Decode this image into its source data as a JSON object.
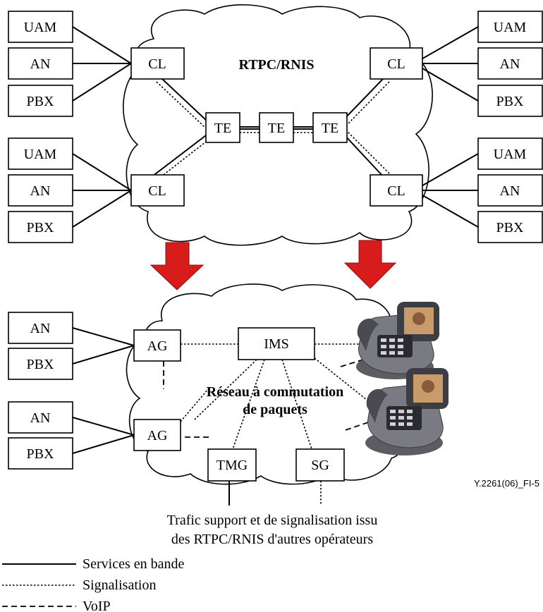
{
  "top": {
    "cloud_label": "RTPC/RNIS",
    "left_groups": [
      {
        "boxes": [
          "UAM",
          "AN",
          "PBX"
        ],
        "local": "CL"
      },
      {
        "boxes": [
          "UAM",
          "AN",
          "PBX"
        ],
        "local": "CL"
      }
    ],
    "right_groups": [
      {
        "boxes": [
          "UAM",
          "AN",
          "PBX"
        ],
        "local": "CL"
      },
      {
        "boxes": [
          "UAM",
          "AN",
          "PBX"
        ],
        "local": "CL"
      }
    ],
    "transit": [
      "TE",
      "TE",
      "TE"
    ]
  },
  "bottom": {
    "cloud_label_line1": "Réseau à commutation",
    "cloud_label_line2": "de paquets",
    "left_groups": [
      {
        "boxes": [
          "AN",
          "PBX"
        ],
        "gateway": "AG"
      },
      {
        "boxes": [
          "AN",
          "PBX"
        ],
        "gateway": "AG"
      }
    ],
    "ims": "IMS",
    "tmg": "TMG",
    "sg": "SG",
    "note_line1": "Trafic support et de signalisation issu",
    "note_line2": "des RTPC/RNIS d'autres opérateurs",
    "figure_id": "Y.2261(06)_FI-5"
  },
  "legend": [
    {
      "style": "solid",
      "label": "Services en bande"
    },
    {
      "style": "dotted",
      "label": "Signalisation"
    },
    {
      "style": "dashed",
      "label": "VoIP"
    }
  ],
  "colors": {
    "arrow": "#d81c1c"
  }
}
